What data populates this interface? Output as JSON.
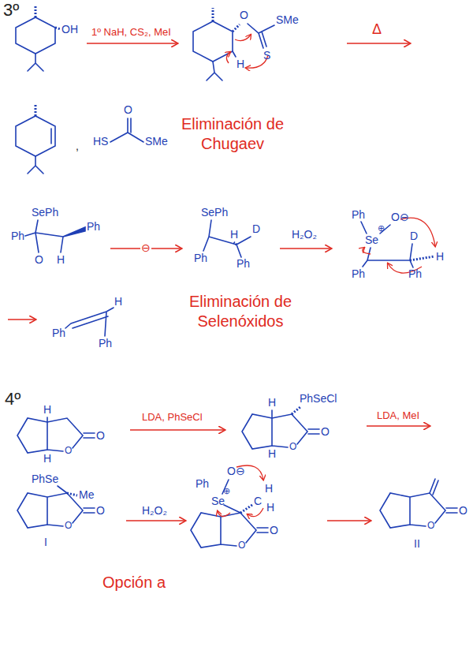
{
  "diagram": {
    "labels": [
      "3º",
      "1º NaH, CS₂, MeI",
      "OH",
      "O",
      "SMe",
      "S",
      "H",
      "Δ",
      ",",
      "HS",
      "O",
      "SMe",
      "Eliminación de Chugaev",
      "SePh",
      "Ph",
      "Ph",
      "O",
      "H",
      "⊖",
      "SePh",
      "H",
      "D",
      "Ph",
      "Ph",
      "H₂O₂",
      "Ph",
      "⊕",
      "Se",
      "O⊖",
      "D",
      "H",
      "Ph",
      "Ph",
      "H",
      "Ph",
      "Ph",
      "Eliminación de Selenóxidos",
      "4º",
      "H",
      "O",
      "O",
      "H",
      "LDA, PhSeCl",
      "H",
      "PhSeCl",
      "O",
      "O",
      "H",
      "LDA, MeI",
      "PhSe",
      "Me",
      "O",
      "O",
      "I",
      "H₂O₂",
      "Ph",
      "⊕",
      "Se",
      "O⊖",
      "H",
      "C",
      "H",
      "O",
      "O",
      "O",
      "O",
      "II",
      "Opción a"
    ]
  }
}
